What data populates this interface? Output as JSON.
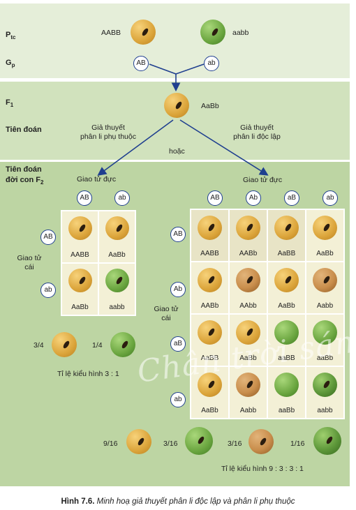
{
  "colors": {
    "band_light": "#e5eed9",
    "band_mid": "#d1e2bd",
    "band_dark": "#bdd5a3",
    "arrow": "#1f3f8f",
    "yellow_seed": "#dba43a",
    "green_seed": "#6aa53f",
    "wrinkled_seed": "#c98e4c"
  },
  "labels": {
    "ptc": "P",
    "ptc_sub": "tc",
    "gp": "G",
    "gp_sub": "p",
    "f1": "F",
    "f1_sub": "1",
    "tien_doan": "Tiên đoán",
    "tien_doan_2": "Tiên đoán",
    "doi_con": "đời con F",
    "doi_con_sub": "2"
  },
  "parents": {
    "p1": "AABB",
    "p2": "aabb",
    "f1": "AaBb"
  },
  "gametes_p": [
    "AB",
    "ab"
  ],
  "hypotheses": {
    "dependent": [
      "Giả thuyết",
      "phân li phụ thuộc"
    ],
    "independent": [
      "Giả thuyết",
      "phân li độc lập"
    ],
    "or": "hoặc"
  },
  "left_grid": {
    "male_label": "Giao tử đực",
    "female_label": [
      "Giao tử",
      "cái"
    ],
    "cols": [
      "AB",
      "ab"
    ],
    "rows": [
      "AB",
      "ab"
    ],
    "cells": [
      [
        "AABB",
        "AaBb"
      ],
      [
        "AaBb",
        "aabb"
      ]
    ],
    "ratios": [
      "3/4",
      "1/4"
    ],
    "phenotype_ratio": "Tỉ lệ kiểu hình 3 : 1"
  },
  "right_grid": {
    "male_label": "Giao tử đực",
    "female_label": [
      "Giao tử",
      "cái"
    ],
    "cols": [
      "AB",
      "Ab",
      "aB",
      "ab"
    ],
    "rows": [
      "AB",
      "Ab",
      "aB",
      "ab"
    ],
    "cells": [
      [
        "AABB",
        "AABb",
        "AaBB",
        "AaBb"
      ],
      [
        "AABb",
        "AAbb",
        "AaBb",
        "Aabb"
      ],
      [
        "AaBB",
        "AaBb",
        "aaBB",
        "aaBb"
      ],
      [
        "AaBb",
        "Aabb",
        "aaBb",
        "aabb"
      ]
    ],
    "ratios": [
      "9/16",
      "3/16",
      "3/16",
      "1/16"
    ],
    "phenotype_ratio": "Tỉ lệ kiểu hình 9 : 3 : 3 : 1"
  },
  "watermark": "Chân trời sáng tạo",
  "caption": {
    "fig": "Hình 7.6.",
    "text": "Minh hoạ giả thuyết phân li độc lập và phân li phụ thuộc"
  }
}
